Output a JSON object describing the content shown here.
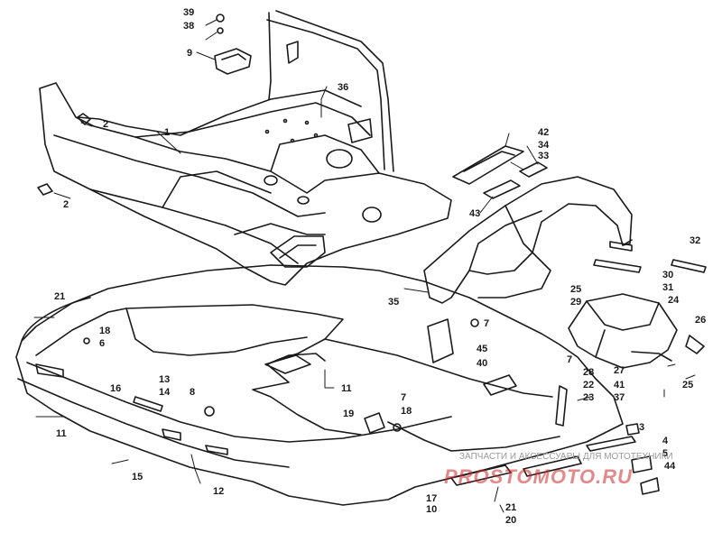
{
  "diagram": {
    "callouts": [
      "1",
      "2",
      "2",
      "3",
      "4",
      "5",
      "6",
      "7",
      "7",
      "7",
      "8",
      "9",
      "10",
      "11",
      "11",
      "12",
      "13",
      "14",
      "15",
      "16",
      "17",
      "18",
      "18",
      "19",
      "20",
      "21",
      "21",
      "22",
      "23",
      "24",
      "25",
      "25",
      "26",
      "27",
      "28",
      "29",
      "30",
      "31",
      "32",
      "33",
      "34",
      "35",
      "36",
      "37",
      "38",
      "39",
      "40",
      "41",
      "42",
      "43",
      "44",
      "45"
    ]
  },
  "watermark": {
    "caption": "ЗАПЧАСТИ И АКСЕССУАРЫ ДЛЯ МОТОТЕХНИКИ",
    "logo": "PROSTOMOTO.RU"
  },
  "colors": {
    "ink": "#1a1a1a",
    "watermark_red": "#cd2828",
    "watermark_gray": "#9a9a9a"
  }
}
